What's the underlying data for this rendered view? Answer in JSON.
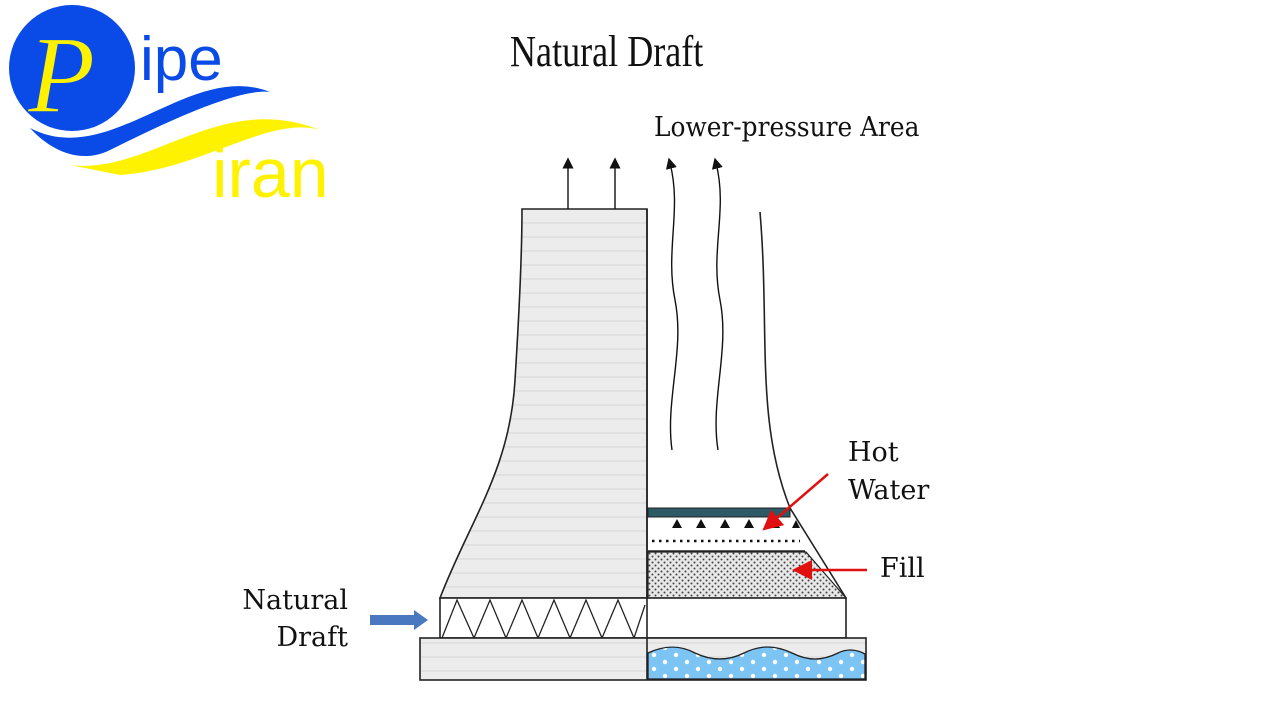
{
  "logo": {
    "text_top": "Pipe",
    "text_bottom": "iran",
    "colors": {
      "blue": "#0a4ae6",
      "yellow": "#fff200"
    }
  },
  "title": "Natural Draft",
  "labels": {
    "lower_pressure": "Lower-pressure Area",
    "hot_water_line1": "Hot",
    "hot_water_line2": "Water",
    "fill": "Fill",
    "natural_draft_line1": "Natural",
    "natural_draft_line2": "Draft"
  },
  "colors": {
    "pointer": "#e01010",
    "inlet_arrow": "#4a78c0",
    "water": "#7cc4f4",
    "hot_water_bar": "#2e5a66",
    "tower_fill": "#ececec"
  }
}
